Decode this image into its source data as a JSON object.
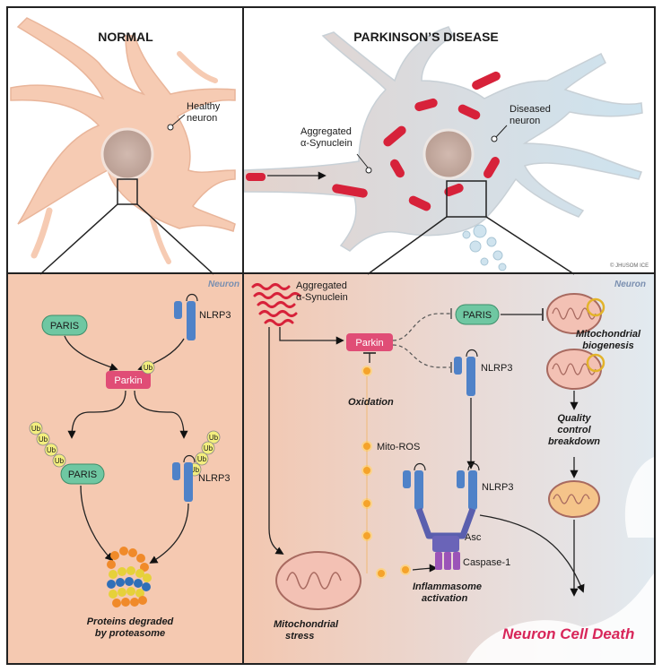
{
  "panels": {
    "top_left_title": "NORMAL",
    "top_right_title": "PARKINSON’S DISEASE",
    "bottom_left_tag": "Neuron",
    "bottom_right_tag": "Neuron"
  },
  "top": {
    "healthy_neuron": "Healthy\nneuron",
    "diseased_neuron": "Diseased\nneuron",
    "aggregated_syn": "Aggregated\nα-Synuclein",
    "credit": "© JHUSOM ICE"
  },
  "normal_pathway": {
    "paris": "PARIS",
    "nlrp3": "NLRP3",
    "parkin": "Parkin",
    "ub": "Ub",
    "paris2": "PARIS",
    "nlrp3_2": "NLRP3",
    "proteasome": "Proteins degraded\nby proteasome"
  },
  "pd_pathway": {
    "aggregated_syn": "Aggregated\nα-Synuclein",
    "parkin": "Parkin",
    "paris": "PARIS",
    "nlrp3": "NLRP3",
    "oxidation": "Oxidation",
    "mito_ros": "Mito-ROS",
    "nlrp3_2": "NLRP3",
    "asc": "Asc",
    "caspase": "Caspase-1",
    "inflammasome": "Inflammasome\nactivation",
    "mito_stress": "Mitochondrial\nstress",
    "mito_biogenesis": "Mitochondrial\nbiogenesis",
    "quality": "Quality\ncontrol\nbreakdown",
    "death": "Neuron Cell Death"
  },
  "colors": {
    "healthy_neuron": "#f6cbb3",
    "diseased_neuron_warm": "#e6d3cc",
    "diseased_neuron_cool": "#cfe3ee",
    "synuclein": "#d7223a",
    "paris": "#6fc7a2",
    "parkin": "#e04d76",
    "nlrp3": "#4f82c8",
    "ub": "#f3ee7e",
    "ros": "#f5a32a",
    "death": "#d8265a"
  }
}
